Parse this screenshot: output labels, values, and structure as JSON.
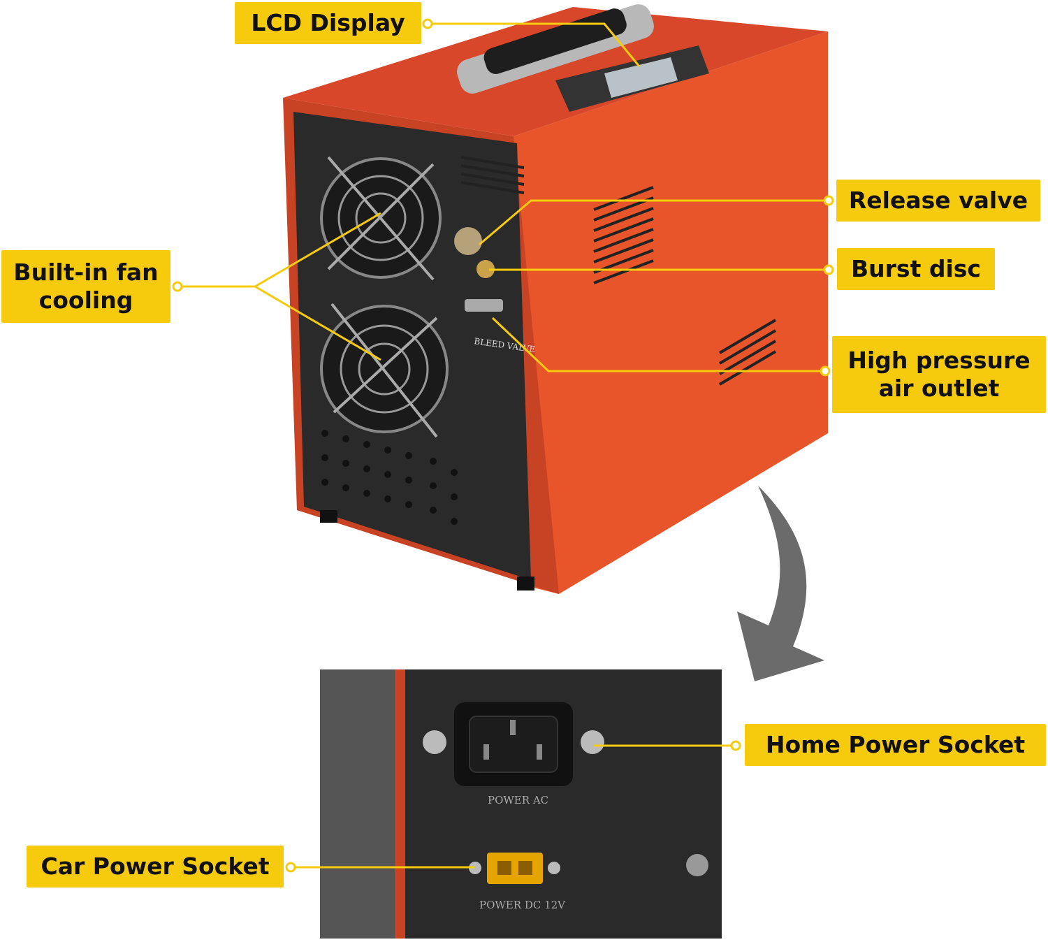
{
  "callouts": {
    "lcd_display": "LCD Display",
    "builtin_fan": "Built-in fan\ncooling",
    "release_valve": "Release valve",
    "burst_disc": "Burst disc",
    "high_pressure": "High pressure\nair outlet",
    "home_power": "Home Power Socket",
    "car_power": "Car Power Socket"
  },
  "panel_labels": {
    "bleed_valve": "BLEED VALVE",
    "power_ac": "POWER AC",
    "power_dc": "POWER DC 12V"
  },
  "colors": {
    "callout_yellow": "#f7cb0d",
    "housing_orange": "#e8552b",
    "panel_black": "#2a2a2a",
    "arrow_gray": "#6b6b6b"
  }
}
